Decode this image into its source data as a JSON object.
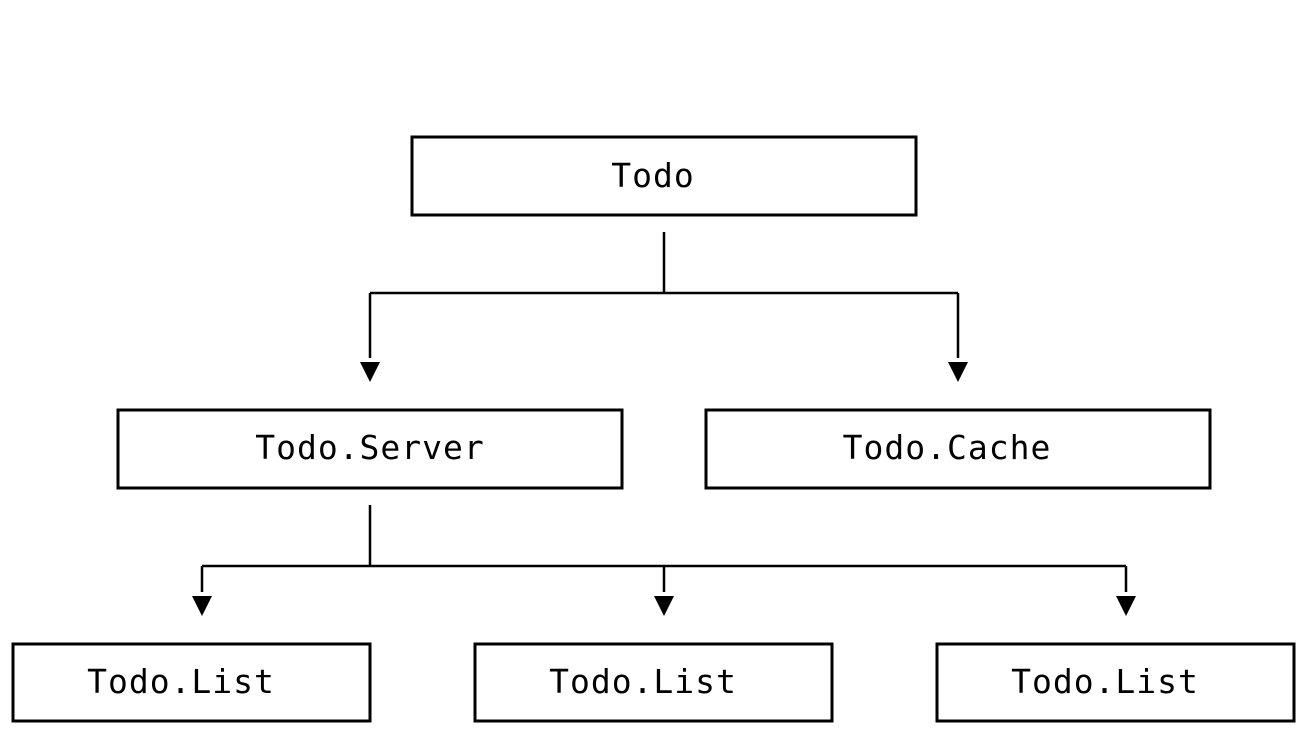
{
  "nodes": {
    "root": {
      "label": "Todo"
    },
    "server": {
      "label": "Todo.Server"
    },
    "cache": {
      "label": "Todo.Cache"
    },
    "list_1": {
      "label": "Todo.List"
    },
    "list_2": {
      "label": "Todo.List"
    },
    "list_3": {
      "label": "Todo.List"
    }
  },
  "edges": [
    {
      "from": "root",
      "to": "server"
    },
    {
      "from": "root",
      "to": "cache"
    },
    {
      "from": "server",
      "to": "list_1"
    },
    {
      "from": "server",
      "to": "list_2"
    },
    {
      "from": "server",
      "to": "list_3"
    }
  ],
  "colors": {
    "line": "#000000",
    "background": "#ffffff"
  }
}
